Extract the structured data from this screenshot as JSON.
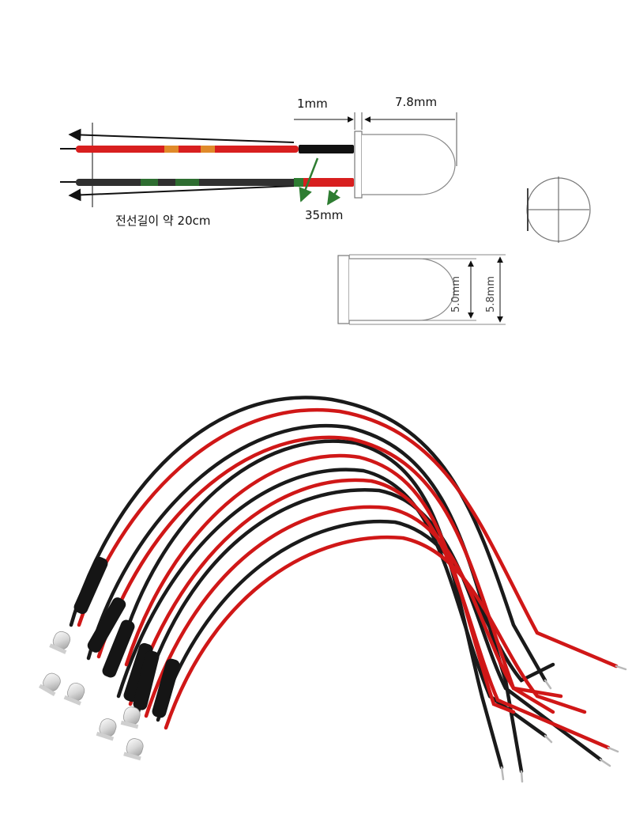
{
  "diagram": {
    "labels": {
      "lead_gap": "1mm",
      "body_length": "7.8mm",
      "sleeve_length": "35mm",
      "wire_length": "전선길이 약 20cm",
      "lens_diameter": "5.0mm",
      "flange_diameter": "5.8mm"
    },
    "colors": {
      "wire_red": "#d81f1f",
      "wire_black": "#1c1c1c",
      "sleeve_green": "#2e7d32",
      "accent_orange": "#e08a2a",
      "outline": "#777777"
    }
  },
  "photo": {
    "led_count": 6,
    "colors": {
      "wire_red": "#d01717",
      "wire_black": "#1a1a1a",
      "led_lens": "#e6e6e6"
    }
  }
}
